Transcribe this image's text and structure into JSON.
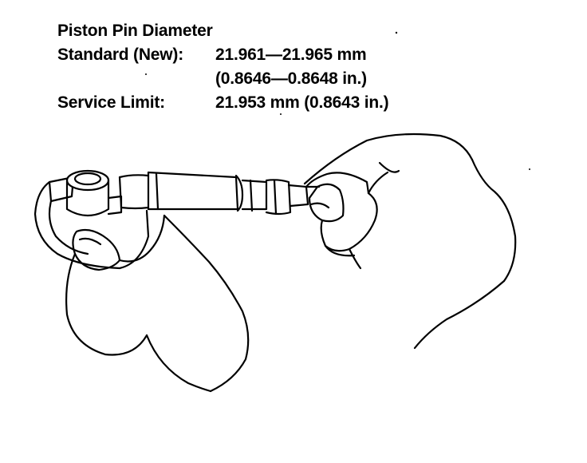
{
  "heading": "Piston Pin Diameter",
  "specs": [
    {
      "label": "Standard (New):",
      "value_metric": "21.961—21.965 mm",
      "value_imperial": "(0.8646—0.8648 in.)"
    },
    {
      "label": "Service Limit:",
      "value_metric": "21.953 mm (0.8643 in.)"
    }
  ]
}
